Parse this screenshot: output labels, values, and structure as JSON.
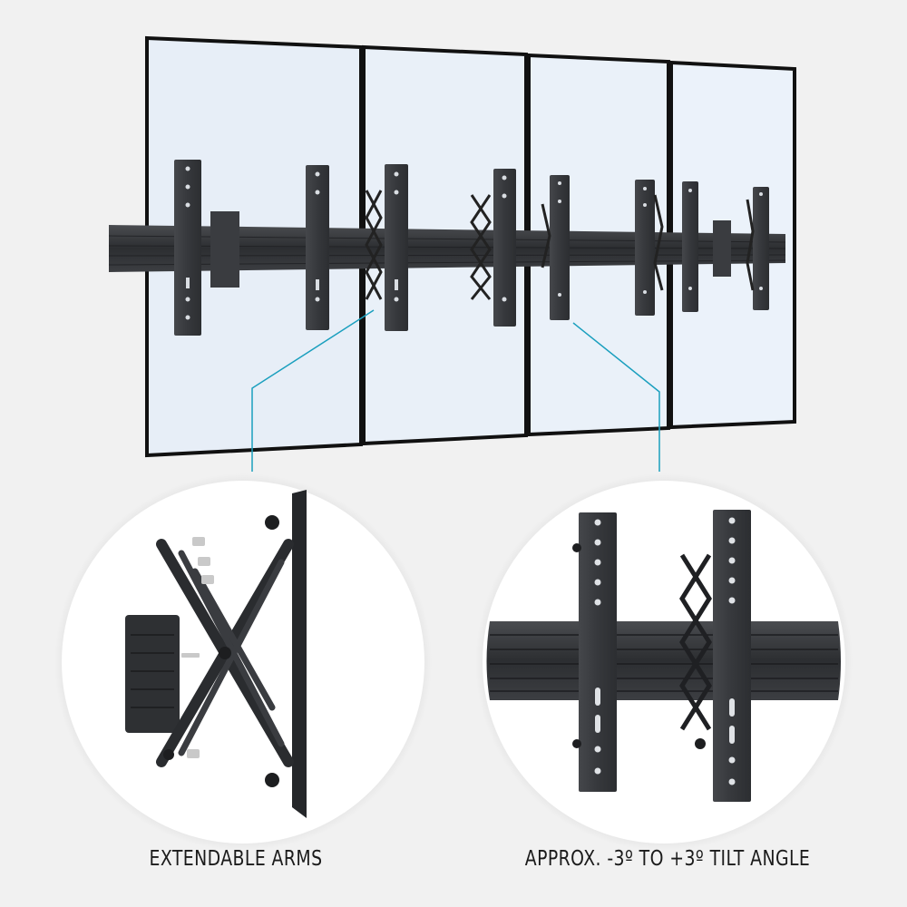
{
  "captions": {
    "left": "EXTENDABLE ARMS",
    "right": "APPROX. -3º TO +3º TILT ANGLE"
  },
  "colors": {
    "background": "#f1f1f1",
    "screen": "#e9f0f8",
    "bezel": "#111111",
    "metal": "#3b3d40",
    "rail": "#303236",
    "callout_line": "#1a9fbe",
    "circle": "#ffffff"
  },
  "icons": {
    "left_detail": "pop-out-mount-scissor-arms",
    "right_detail": "mount-brackets-on-rail"
  }
}
